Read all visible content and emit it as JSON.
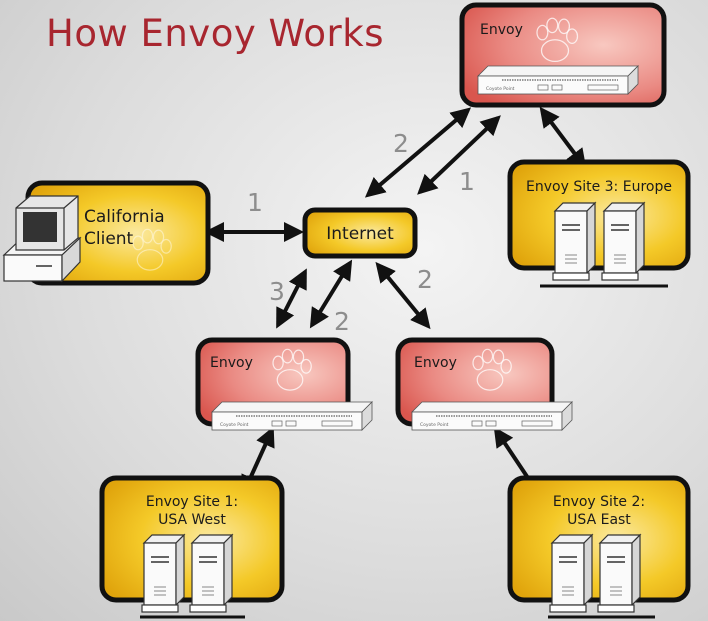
{
  "title": "How Envoy Works",
  "nodes": {
    "envoy_top": "Envoy",
    "envoy_left": "Envoy",
    "envoy_right": "Envoy",
    "internet": "Internet",
    "client_line1": "California",
    "client_line2": "Client",
    "site3": "Envoy Site 3: Europe",
    "site1_line1": "Envoy Site 1:",
    "site1_line2": "USA West",
    "site2_line1": "Envoy Site 2:",
    "site2_line2": "USA East"
  },
  "step_labels": {
    "client_internet": "1",
    "internet_top_a": "2",
    "internet_top_b": "1",
    "internet_left_a": "3",
    "internet_left_b": "2",
    "internet_right": "2"
  },
  "colors": {
    "title": "#a8262f",
    "panel_fill": "#f2c522",
    "panel_border": "#111111",
    "envoy_fill": "#e67b75",
    "step_number": "#8d8d8d"
  }
}
